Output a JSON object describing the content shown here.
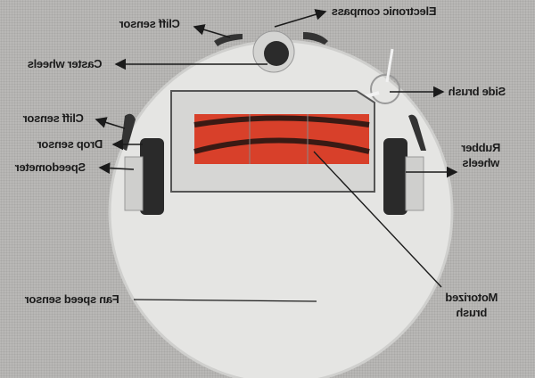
{
  "labels": {
    "electronic_compass": "Electronic compass",
    "cliff_sensor_top": "Cliff sensor",
    "caster_wheels": "Caster wheels",
    "side_brush": "Side brush",
    "cliff_sensor_left": "Cliff sensor",
    "drop_sensor": "Drop sensor",
    "rubber_wheels_1": "Rubber",
    "rubber_wheels_2": "wheels",
    "speedometer": "Speedometer",
    "motorized_brush_1": "Motorized",
    "motorized_brush_2": "brush",
    "fan_speed_sensor": "Fan speed sensor"
  },
  "colors": {
    "brush": "#d8402a",
    "body": "#e6e6e4",
    "background": "#b9b8b6"
  }
}
